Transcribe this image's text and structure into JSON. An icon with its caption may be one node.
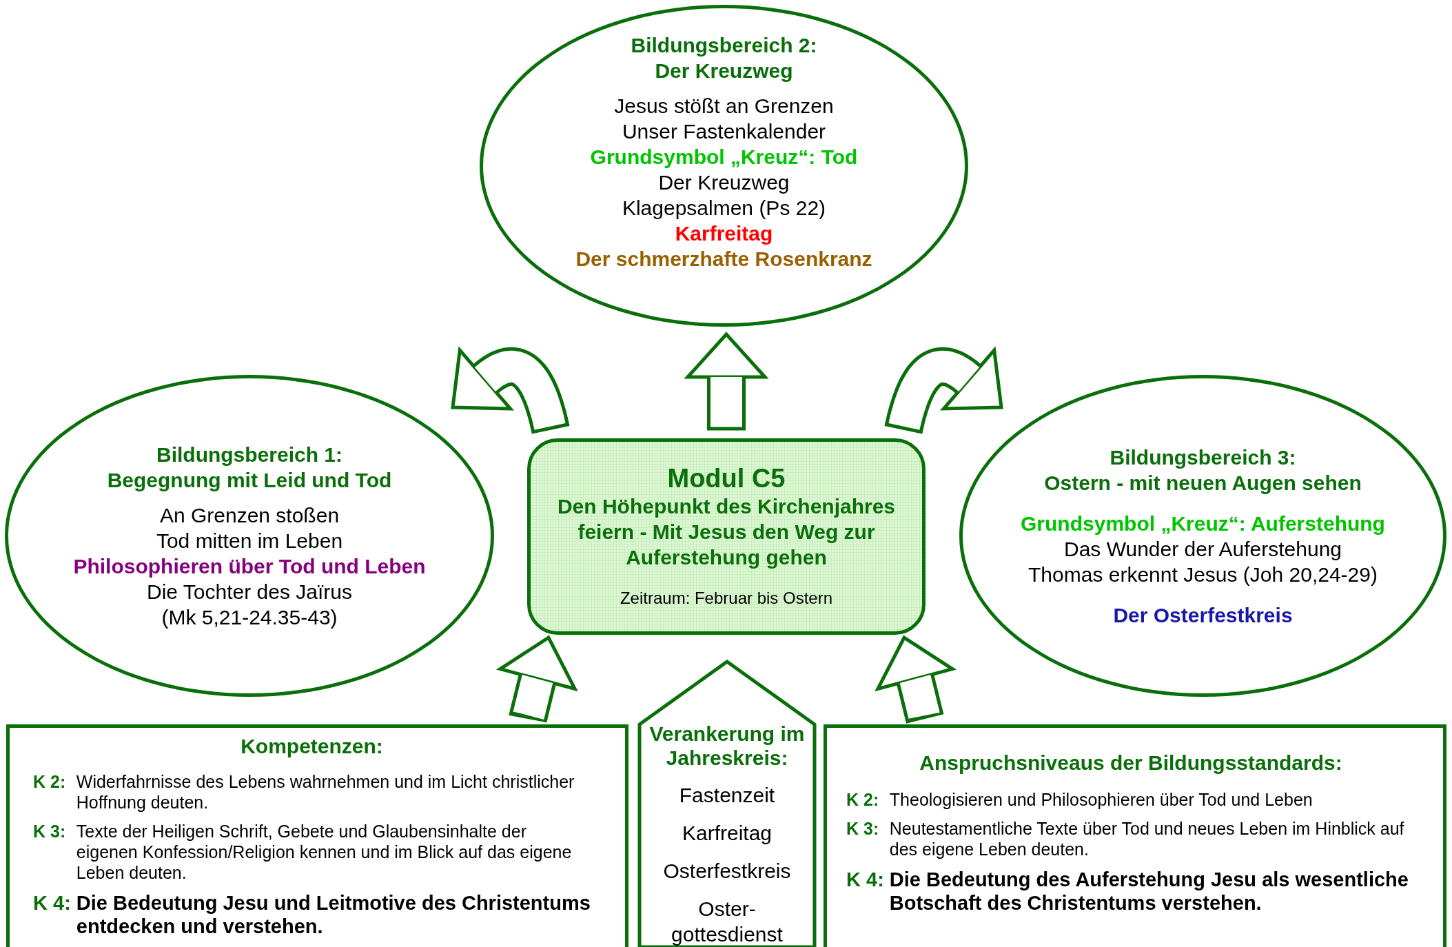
{
  "diagram": {
    "nodes": [
      {
        "text": [
          "Bildungsbereich 2: Der Kreuzweg",
          "Jesus stößt an Grenzen",
          "Unser Fastenkalender",
          "Grundsymbol „Kreuz“: Tod",
          "Der Kreuzweg",
          "Klagepsalmen (Ps 22)",
          "Karfreitag",
          "Der schmerzhafte Rosenkranz"
        ]
      },
      {
        "text": [
          "Bildungsbereich 1: Begegnung mit Leid und Tod",
          "An Grenzen stoßen",
          "Tod mitten im Leben",
          "Philosophieren über Tod und Leben",
          "Die Tochter des Jaïrus (Mk 5,21-24.35-43)"
        ]
      },
      {
        "text": [
          "Modul C5",
          "Den Höhepunkt des Kirchenjahres feiern - Mit Jesus den Weg zur Auferstehung gehen",
          "Zeitraum: Februar bis Ostern"
        ]
      },
      {
        "text": [
          "Bildungsbereich 3: Ostern - mit neuen Augen sehen",
          "Grundsymbol „Kreuz“: Auferstehung",
          "Das Wunder der Auferstehung",
          "Thomas erkennt Jesus (Joh 20,24-29)",
          "Der Osterfestkreis"
        ]
      },
      {
        "text": [
          "Kompetenzen:",
          "K 2:",
          "Widerfahrnisse des Lebens wahrnehmen und im Licht christlicher Hoffnung deuten.",
          "K 3:",
          "Texte der Heiligen Schrift, Gebete und Glaubensinhalte der eigenen Konfession/Religion kennen und im Blick auf das eigene Leben deuten.",
          "K 4:",
          "Die Bedeutung Jesu und Leitmotive des Christentums entdecken und verstehen."
        ]
      },
      {
        "text": [
          "Verankerung im Jahreskreis:",
          "Fastenzeit",
          "Karfreitag",
          "Osterfestkreis",
          "Oster- gottesdienst"
        ]
      },
      {
        "text": [
          "Anspruchsniveaus der Bildungsstandards:",
          "K 2:",
          "Theologisieren und Philosophieren über Tod und Leben",
          "K 3:",
          "Neutestamentliche Texte über Tod und neues Leben im Hinblick auf des eigene Leben deuten.",
          "K 4:",
          "Die Bedeutung des Auferstehung Jesu als wesentliche Botschaft des Christentums verstehen."
        ]
      }
    ],
    "edges": [
      {
        "from": 2,
        "to": 0,
        "arrow": "to"
      },
      {
        "from": 2,
        "to": 1,
        "arrow": "to"
      },
      {
        "from": 2,
        "to": 3,
        "arrow": "to"
      },
      {
        "from": 4,
        "to": 2,
        "arrow": "to"
      },
      {
        "from": 6,
        "to": 2,
        "arrow": "to"
      }
    ]
  }
}
